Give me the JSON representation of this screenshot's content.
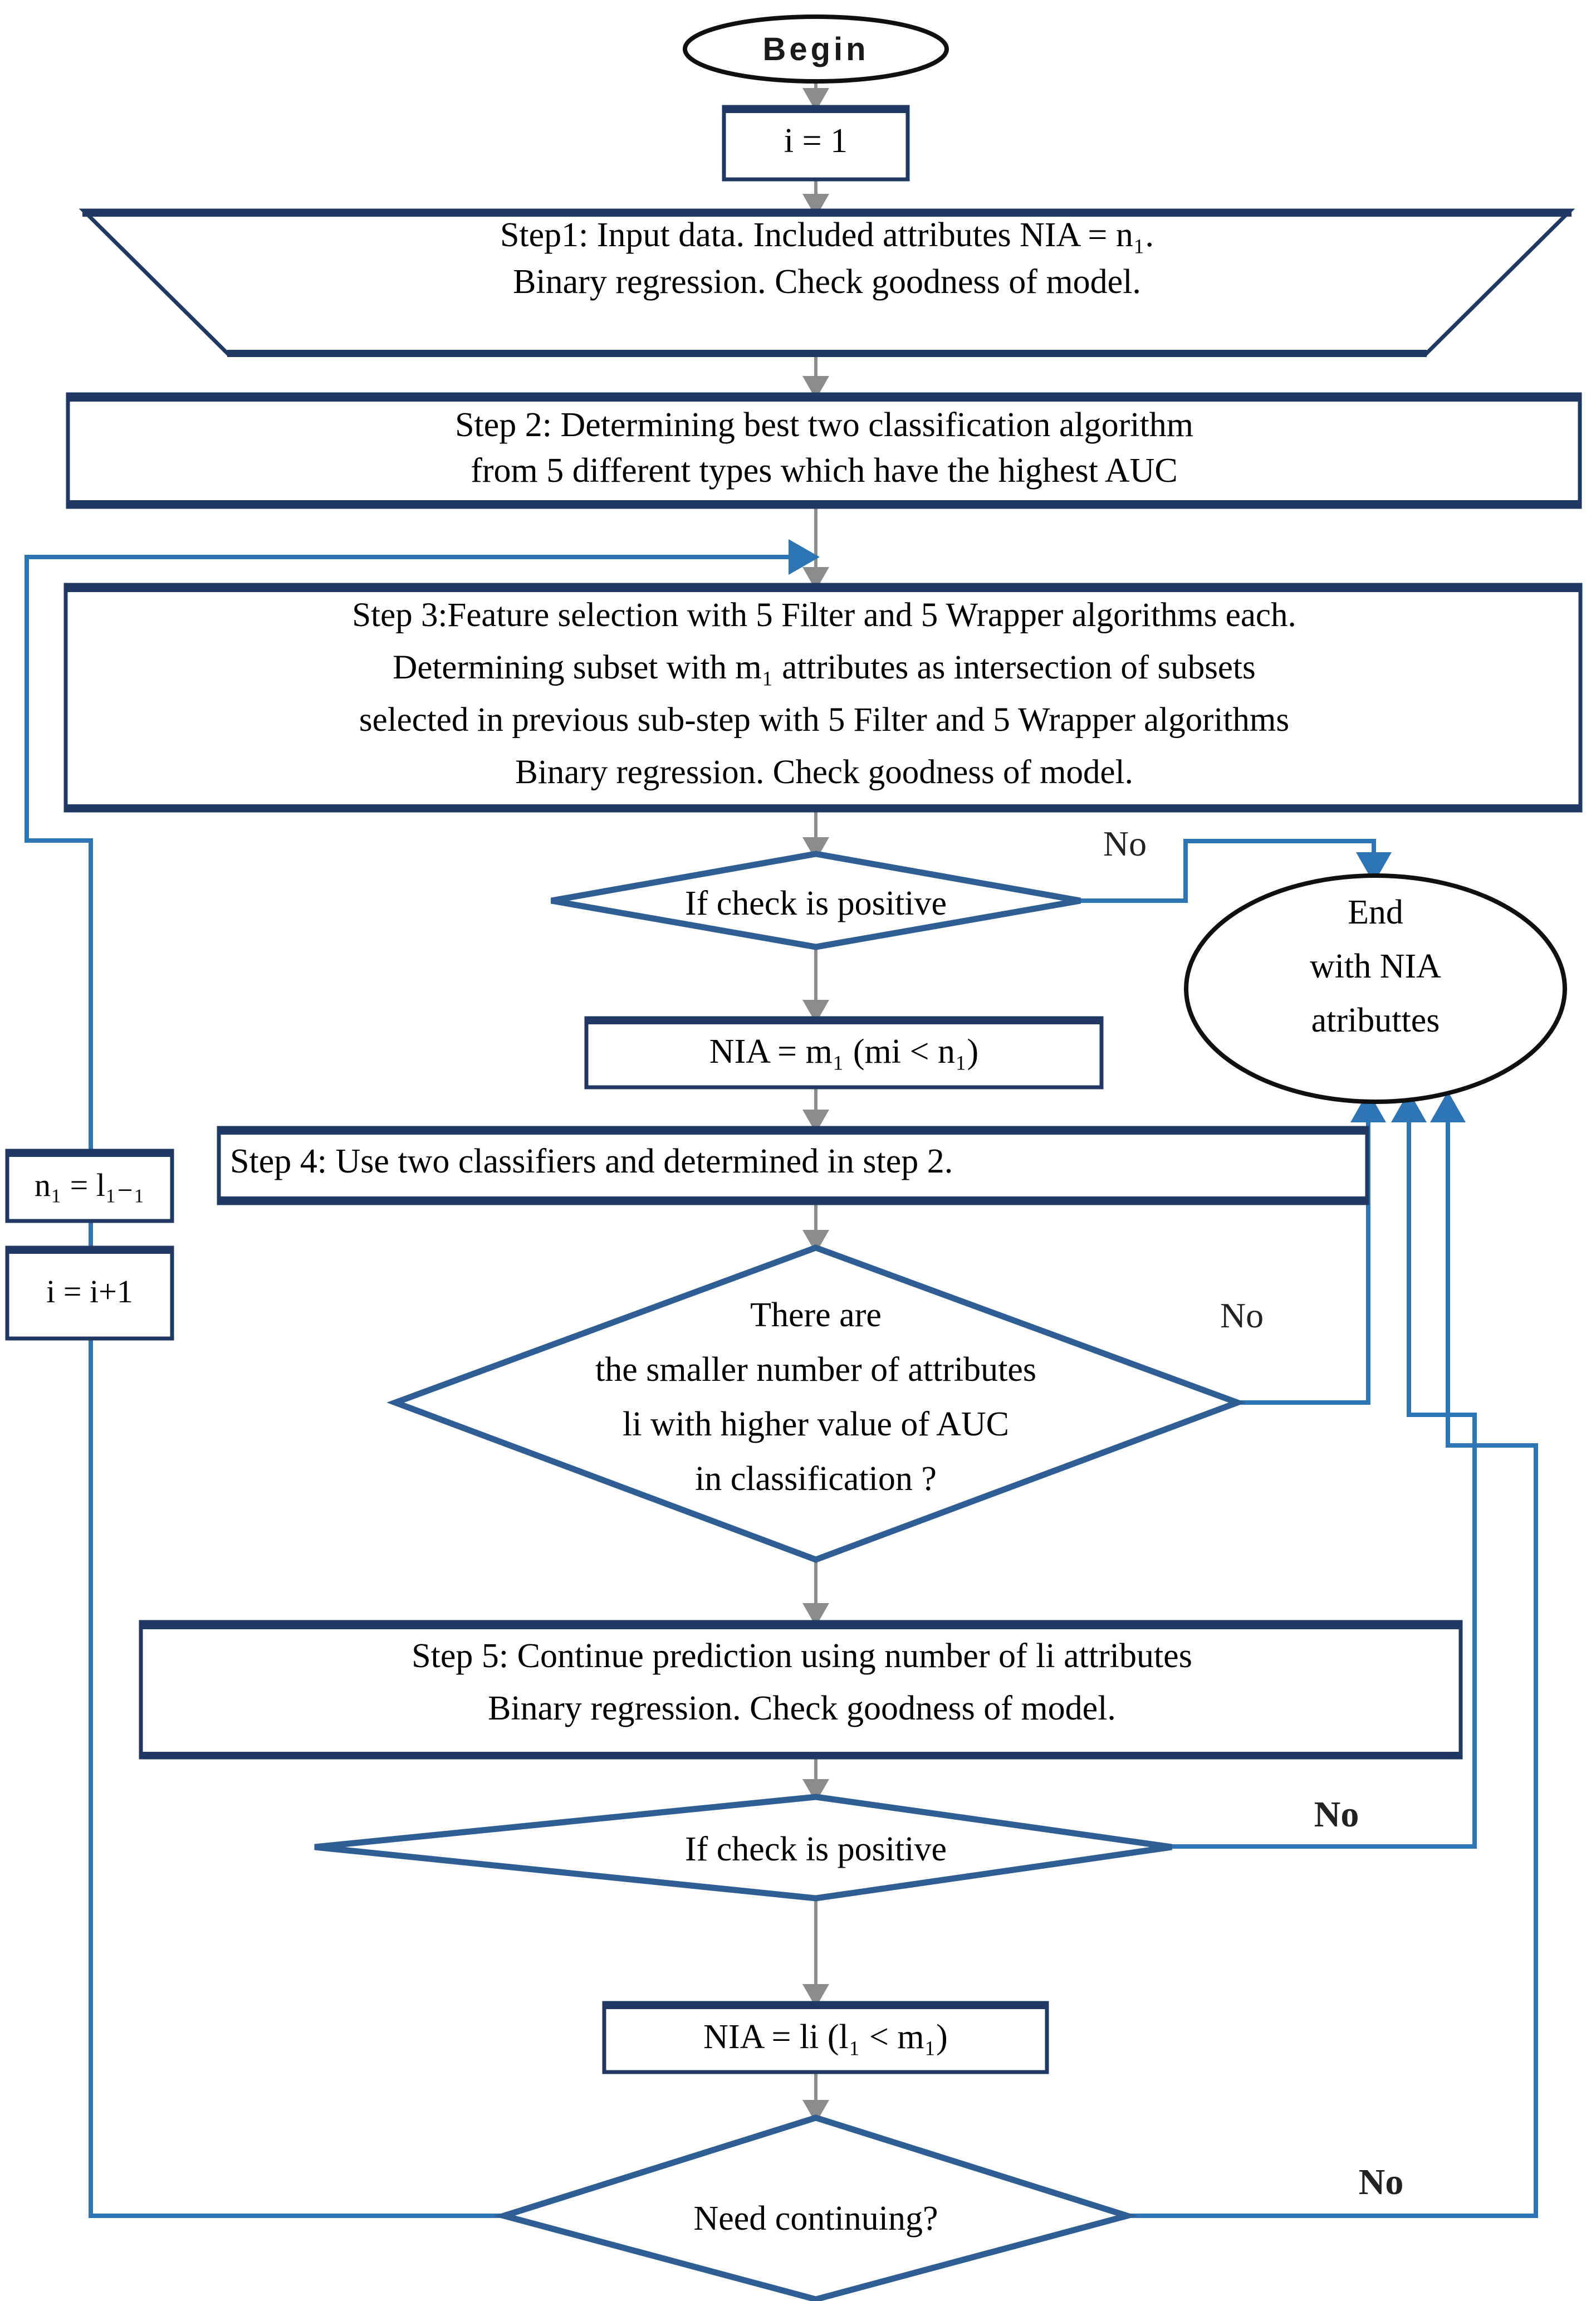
{
  "diagram": {
    "title": "Feature selection and classification algorithm flowchart",
    "type": "flowchart",
    "colors": {
      "node_border": "#1F3864",
      "diamond_border": "#2E5E93",
      "terminator_border": "#101010",
      "connector_grey": "#8C8C8C",
      "connector_blue": "#2E75B6",
      "background": "#FFFFFF"
    }
  },
  "nodes": {
    "begin": {
      "label": "Begin",
      "shape": "ellipse"
    },
    "init": {
      "label": "i = 1",
      "shape": "process"
    },
    "step1": {
      "shape": "trapezoid-inverted",
      "line1": "Step1:  Input data.  Included attributes  NIA = n₁.",
      "line2": "Binary regression. Check goodness of model."
    },
    "step2": {
      "shape": "process",
      "line1": "Step 2:      Determining best two classification algorithm",
      "line2": "from 5 different  types which have the highest AUC"
    },
    "step3": {
      "shape": "process",
      "line1": "Step 3:Feature selection with 5 Filter and  5 Wrapper algorithms each.",
      "line2": "Determining subset with m₁ attributes   as intersection  of subsets",
      "line3": "selected in previous sub-step with 5 Filter and  5 Wrapper algorithms",
      "line4": "Binary regression. Check goodness of model."
    },
    "check1": {
      "label": "If check is positive",
      "shape": "decision"
    },
    "nia_m": {
      "label": "NIA = m₁  (mi < n₁)",
      "shape": "process"
    },
    "step4": {
      "label": "Step 4: Use two classifiers and determined in step 2.",
      "shape": "process"
    },
    "check2": {
      "shape": "decision",
      "line1": "There are",
      "line2": "the smaller number  of attributes",
      "line3": "li with  higher value of AUC",
      "line4": "in classification ?"
    },
    "step5": {
      "shape": "process",
      "line1": "Step 5:   Continue prediction using number of li attributes",
      "line2": "Binary regression. Check goodness of model."
    },
    "check3": {
      "label": "If check is positive",
      "shape": "decision"
    },
    "nia_li": {
      "label": "NIA = li (l₁ < m₁)",
      "shape": "process"
    },
    "need_continue": {
      "label": "Need continuing?",
      "shape": "decision"
    },
    "set_n": {
      "label": "n₁ = l₁₋₁",
      "shape": "process"
    },
    "set_i": {
      "label": "i = i+1",
      "shape": "process"
    },
    "end": {
      "shape": "ellipse",
      "line1": "End",
      "line2": "with NIA",
      "line3": "atributtes"
    }
  },
  "edge_labels": {
    "no_check1": "No",
    "no_check2": "No",
    "no_check3": "No",
    "no_need_continue": "No"
  }
}
